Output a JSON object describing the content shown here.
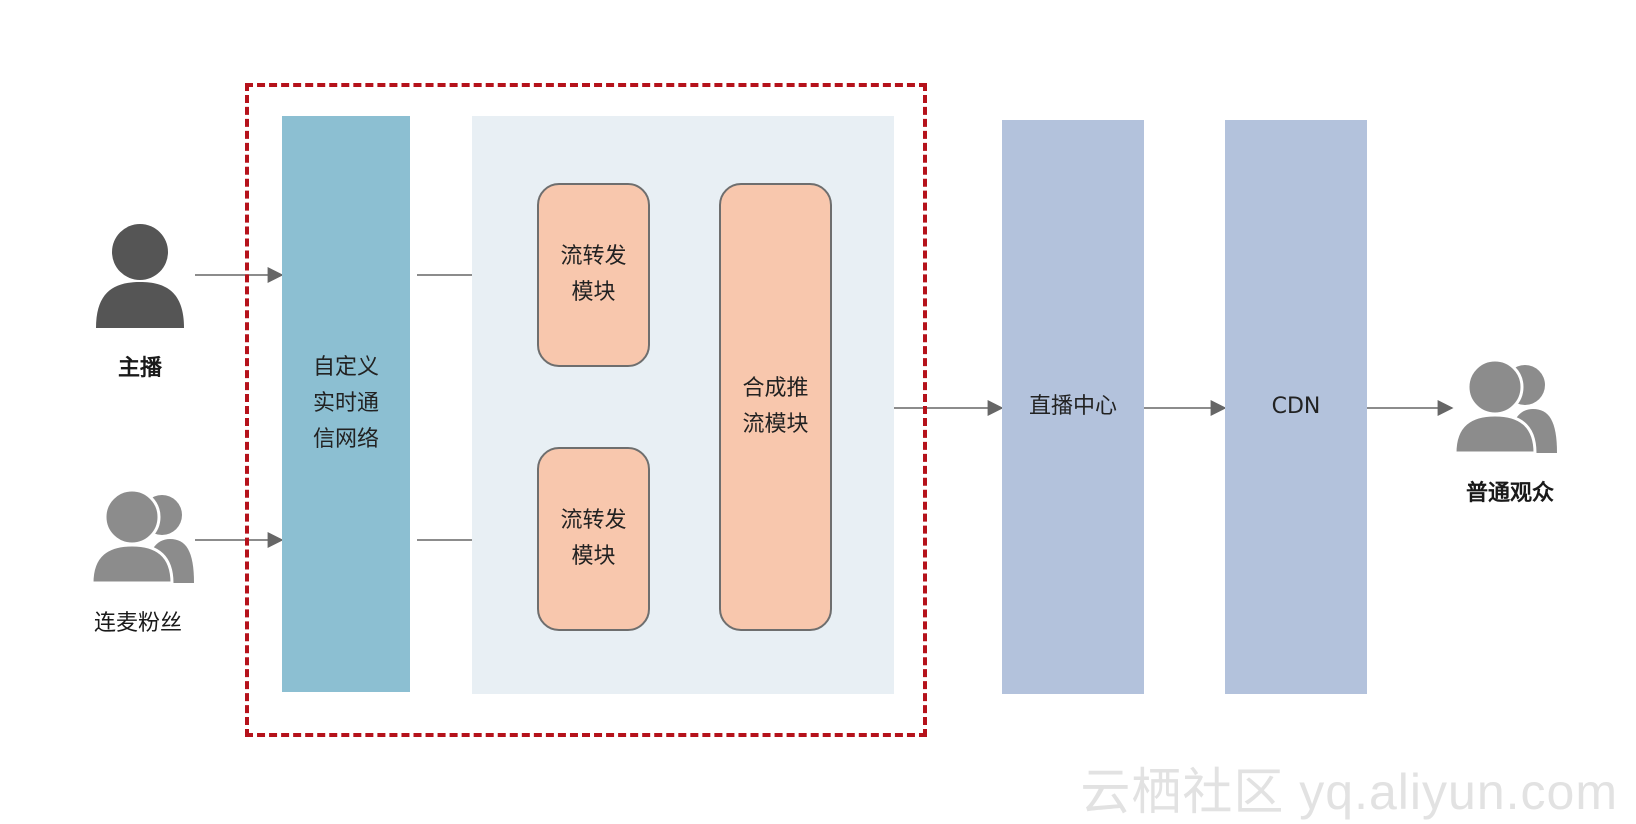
{
  "actors": {
    "host": {
      "label": "主播",
      "icon": "person-icon"
    },
    "co_streamers": {
      "label": "连麦粉丝",
      "icon": "people-icon"
    },
    "viewers": {
      "label": "普通观众",
      "icon": "people-icon"
    }
  },
  "blocks": {
    "rtc_network": "自定义\n实时通\n信网络",
    "forward_module_top": "流转发\n模块",
    "forward_module_bottom": "流转发\n模块",
    "compose_push_module": "合成推\n流模块",
    "live_center": "直播中心",
    "cdn": "CDN"
  },
  "watermark": "云栖社区 yq.aliyun.com",
  "colors": {
    "dashed_border": "#b5121b",
    "rtc_network": "#8cbfd2",
    "module_panel": "#e8eff4",
    "module": "#f8c7ad",
    "center_cdn": "#b3c2dc",
    "icon_dark": "#555555",
    "icon_light": "#8c8c8c",
    "arrow": "#666666"
  }
}
